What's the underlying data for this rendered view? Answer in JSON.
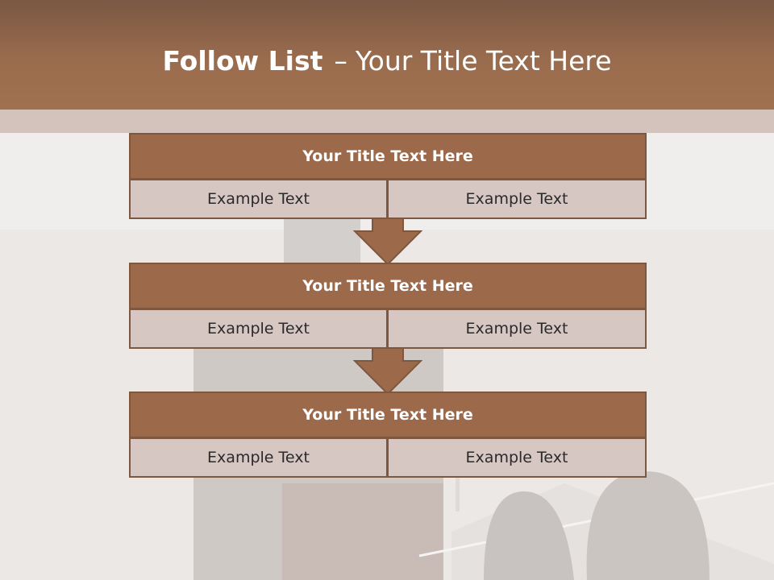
{
  "header": {
    "title_bold": "Follow List",
    "title_separator": "–",
    "title_rest": "Your Title Text Here"
  },
  "blocks": [
    {
      "title": "Your Title Text Here",
      "left": "Example Text",
      "right": "Example Text"
    },
    {
      "title": "Your Title Text Here",
      "left": "Example Text",
      "right": "Example Text"
    },
    {
      "title": "Your Title Text Here",
      "left": "Example Text",
      "right": "Example Text"
    }
  ],
  "colors": {
    "header_brown": "#9a6c4e",
    "block_title_brown": "#9c6a4b",
    "cell_fill": "#d6c7c2",
    "border_brown": "#7d573e"
  }
}
